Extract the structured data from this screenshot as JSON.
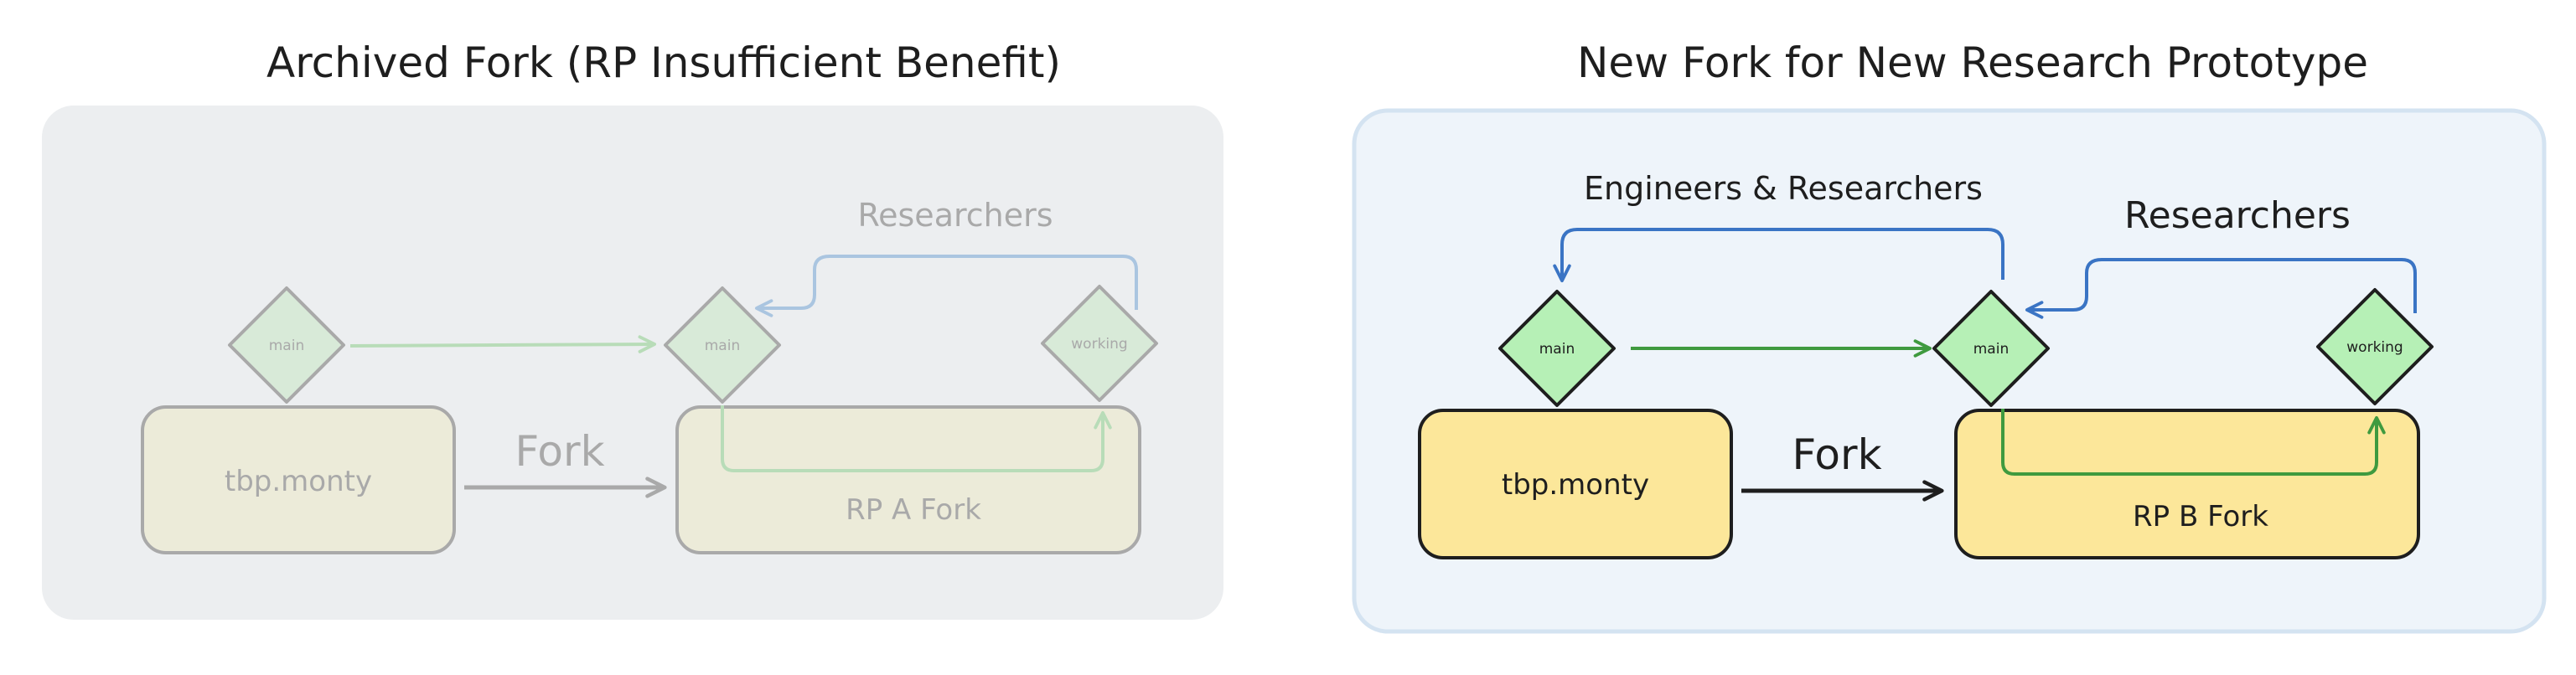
{
  "panels": {
    "archived": {
      "title": "Archived Fork (RP Insufficient Benefit)",
      "source_box": "tbp.monty",
      "fork_box": "RP A Fork",
      "fork_label": "Fork",
      "diamond_main_left": "main",
      "diamond_main_right": "main",
      "diamond_working": "working",
      "researchers_label": "Researchers"
    },
    "new": {
      "title": "New Fork for New Research Prototype",
      "source_box": "tbp.monty",
      "fork_box": "RP B Fork",
      "fork_label": "Fork",
      "diamond_main_left": "main",
      "diamond_main_right": "main",
      "diamond_working": "working",
      "engineers_label": "Engineers & Researchers",
      "researchers_label": "Researchers"
    }
  },
  "colors": {
    "archived_panel_bg": "#eceef0",
    "new_panel_bg": "#eef4fa",
    "new_panel_border": "#d4e3f1",
    "box_fill_active": "#fce79a",
    "box_fill_faded": "#ecebd9",
    "diamond_fill_active": "#b6f0b6",
    "diamond_fill_faded": "#d8ead8",
    "green_arrow": "#3f9a3f",
    "green_arrow_faded": "#b8dcb8",
    "blue_arrow": "#3a74c4",
    "blue_arrow_faded": "#aac5e0",
    "dark_arrow": "#1e1e1e",
    "grey_arrow": "#a9a9a9"
  }
}
